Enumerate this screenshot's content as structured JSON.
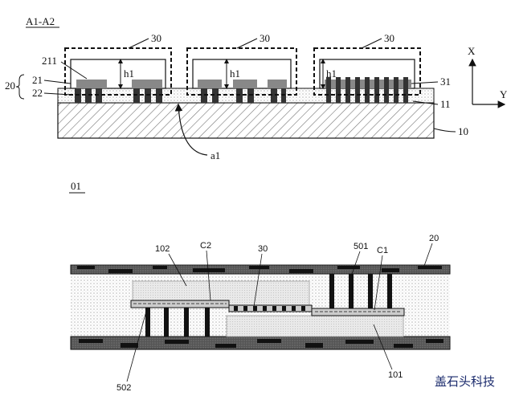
{
  "figure_top": {
    "section_label": "A1-A2",
    "modules": [
      "30",
      "30",
      "30"
    ],
    "height_labels": [
      "h1",
      "h1",
      "h1"
    ],
    "label_211": "211",
    "label_20": "20",
    "label_21": "21",
    "label_22": "22",
    "label_31": "31",
    "label_11": "11",
    "label_10": "10",
    "label_a1": "a1",
    "axis_x": "X",
    "axis_y": "Y"
  },
  "figure_bottom": {
    "section_label": "01",
    "label_102": "102",
    "label_C2": "C2",
    "label_30": "30",
    "label_501": "501",
    "label_C1": "C1",
    "label_20": "20",
    "label_502": "502",
    "label_101": "101"
  },
  "watermark": "盖石头科技"
}
